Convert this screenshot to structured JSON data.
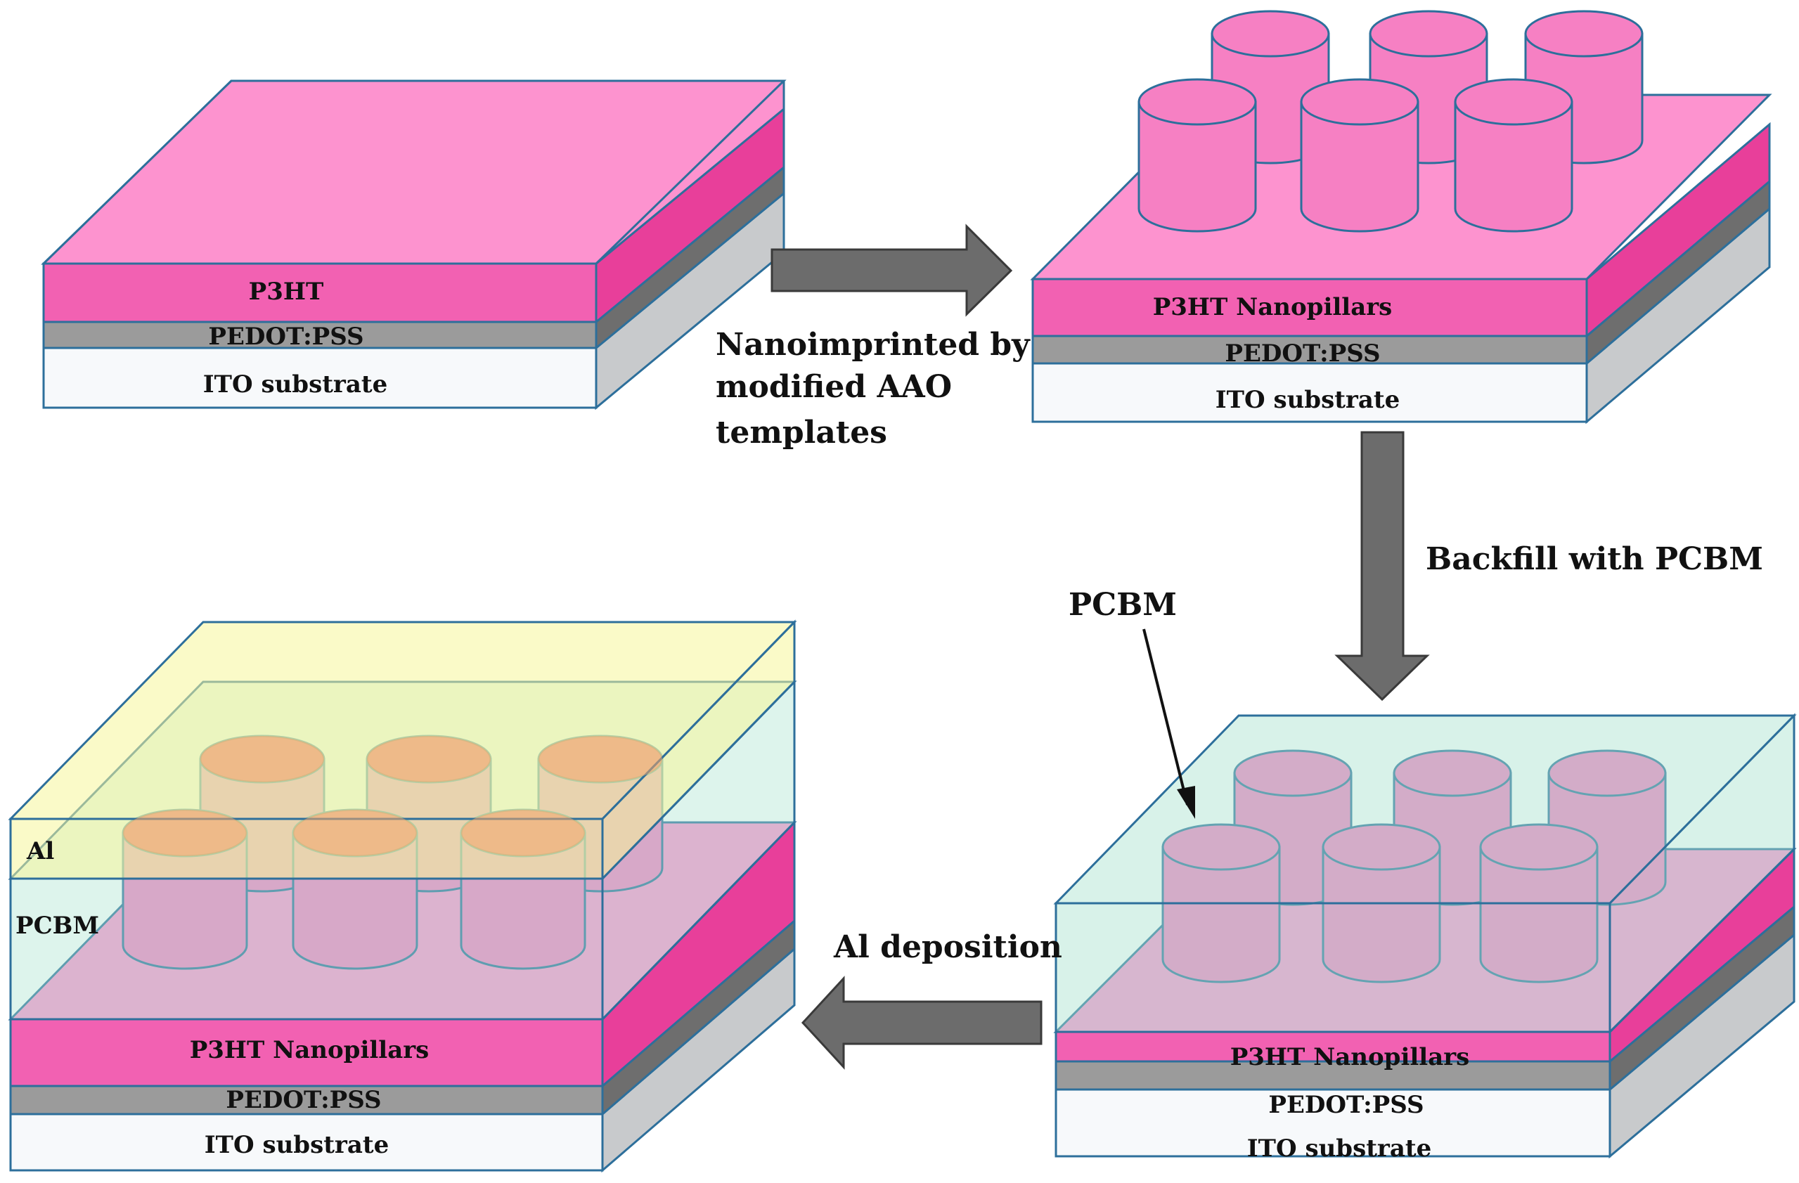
{
  "colors": {
    "p3ht_front": "#f261b2",
    "p3ht_top": "#fd93cf",
    "p3ht_side": "#e83f9a",
    "pedot_front": "#9b9b9b",
    "pedot_side": "#6e6e6e",
    "ito_front": "#f7f9fb",
    "ito_side": "#c8cacc",
    "edge": "#2d6f9b",
    "pcbm_fill": "#a9e3cf",
    "al_fill": "#f6f59b",
    "pillar_p3ht": "#f680c3",
    "pillar_under_al": "#f3a56a",
    "arrow": "#6c6c6c"
  },
  "step1": {
    "p3ht": "P3HT",
    "pedot": "PEDOT:PSS",
    "ito": "ITO substrate"
  },
  "step2": {
    "p3ht": "P3HT Nanopillars",
    "pedot": "PEDOT:PSS",
    "ito": "ITO substrate"
  },
  "step3": {
    "p3ht": "P3HT Nanopillars",
    "pedot": "PEDOT:PSS",
    "ito": "ITO substrate",
    "pcbm_callout": "PCBM"
  },
  "step4": {
    "al": "Al",
    "pcbm": "PCBM",
    "p3ht": "P3HT Nanopillars",
    "pedot": "PEDOT:PSS",
    "ito": "ITO substrate"
  },
  "arrows": {
    "nanoimprint_line1": "Nanoimprinted by",
    "nanoimprint_line2": "modified AAO",
    "nanoimprint_line3": "templates",
    "backfill": "Backfill with PCBM",
    "al_deposition": "Al deposition"
  }
}
